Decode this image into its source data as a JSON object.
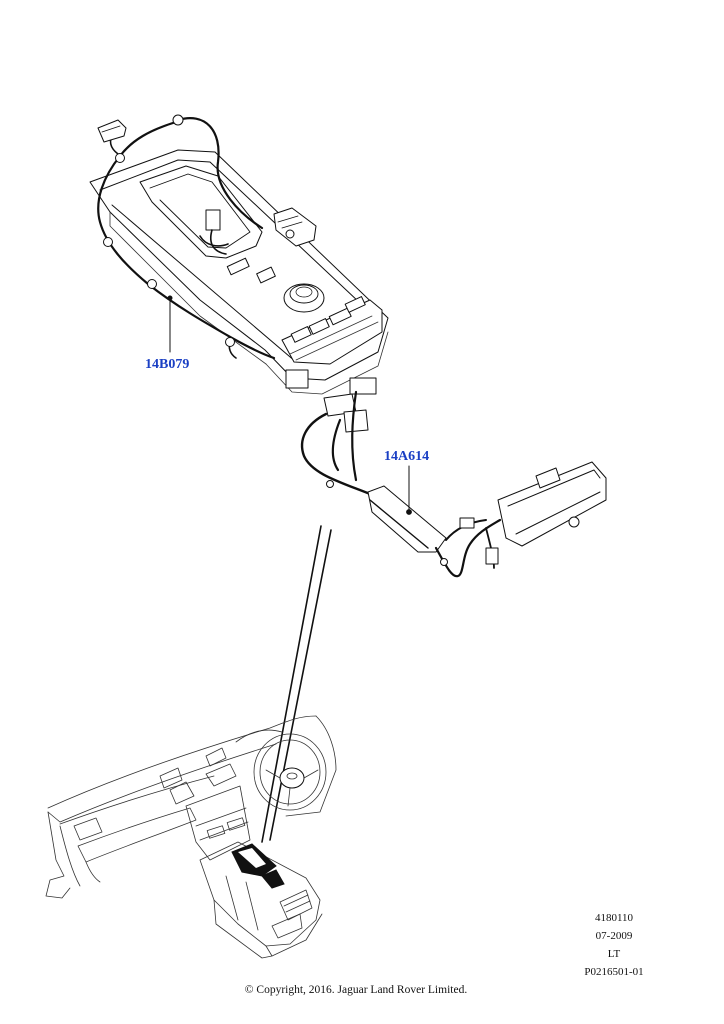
{
  "diagram": {
    "callouts": [
      {
        "id": "harness-14b079",
        "label": "14B079",
        "color": "#1a3fc4"
      },
      {
        "id": "harness-14a614",
        "label": "14A614",
        "color": "#1a3fc4"
      }
    ],
    "reference": {
      "code": "4180110",
      "date": "07-2009",
      "side": "LT",
      "part_ref": "P0216501-01"
    },
    "copyright": "© Copyright, 2016. Jaguar Land Rover Limited."
  }
}
